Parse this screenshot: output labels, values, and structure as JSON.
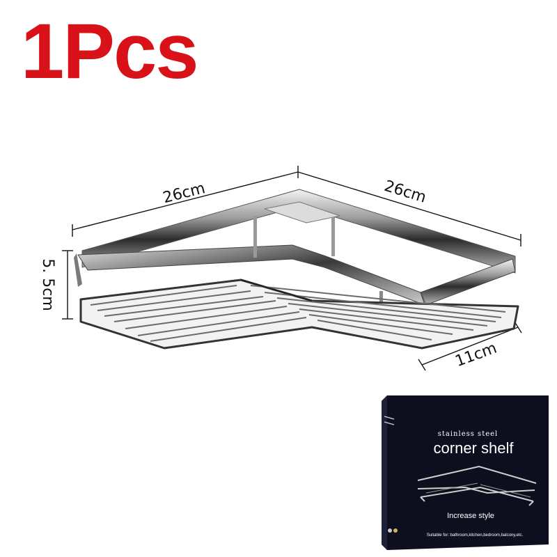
{
  "quantity_label": "1Pcs",
  "dimensions": {
    "width_left": "26cm",
    "width_right": "26cm",
    "height": "5. 5cm",
    "depth": "11cm"
  },
  "box": {
    "subtitle": "stainless steel",
    "title": "corner shelf",
    "tagline": "Increase style",
    "footer": "Suitable for: bathroom,kitchen,bedroom,balcony,etc."
  },
  "colors": {
    "quantity": "#d9121a",
    "box": "#0d0f1e"
  }
}
